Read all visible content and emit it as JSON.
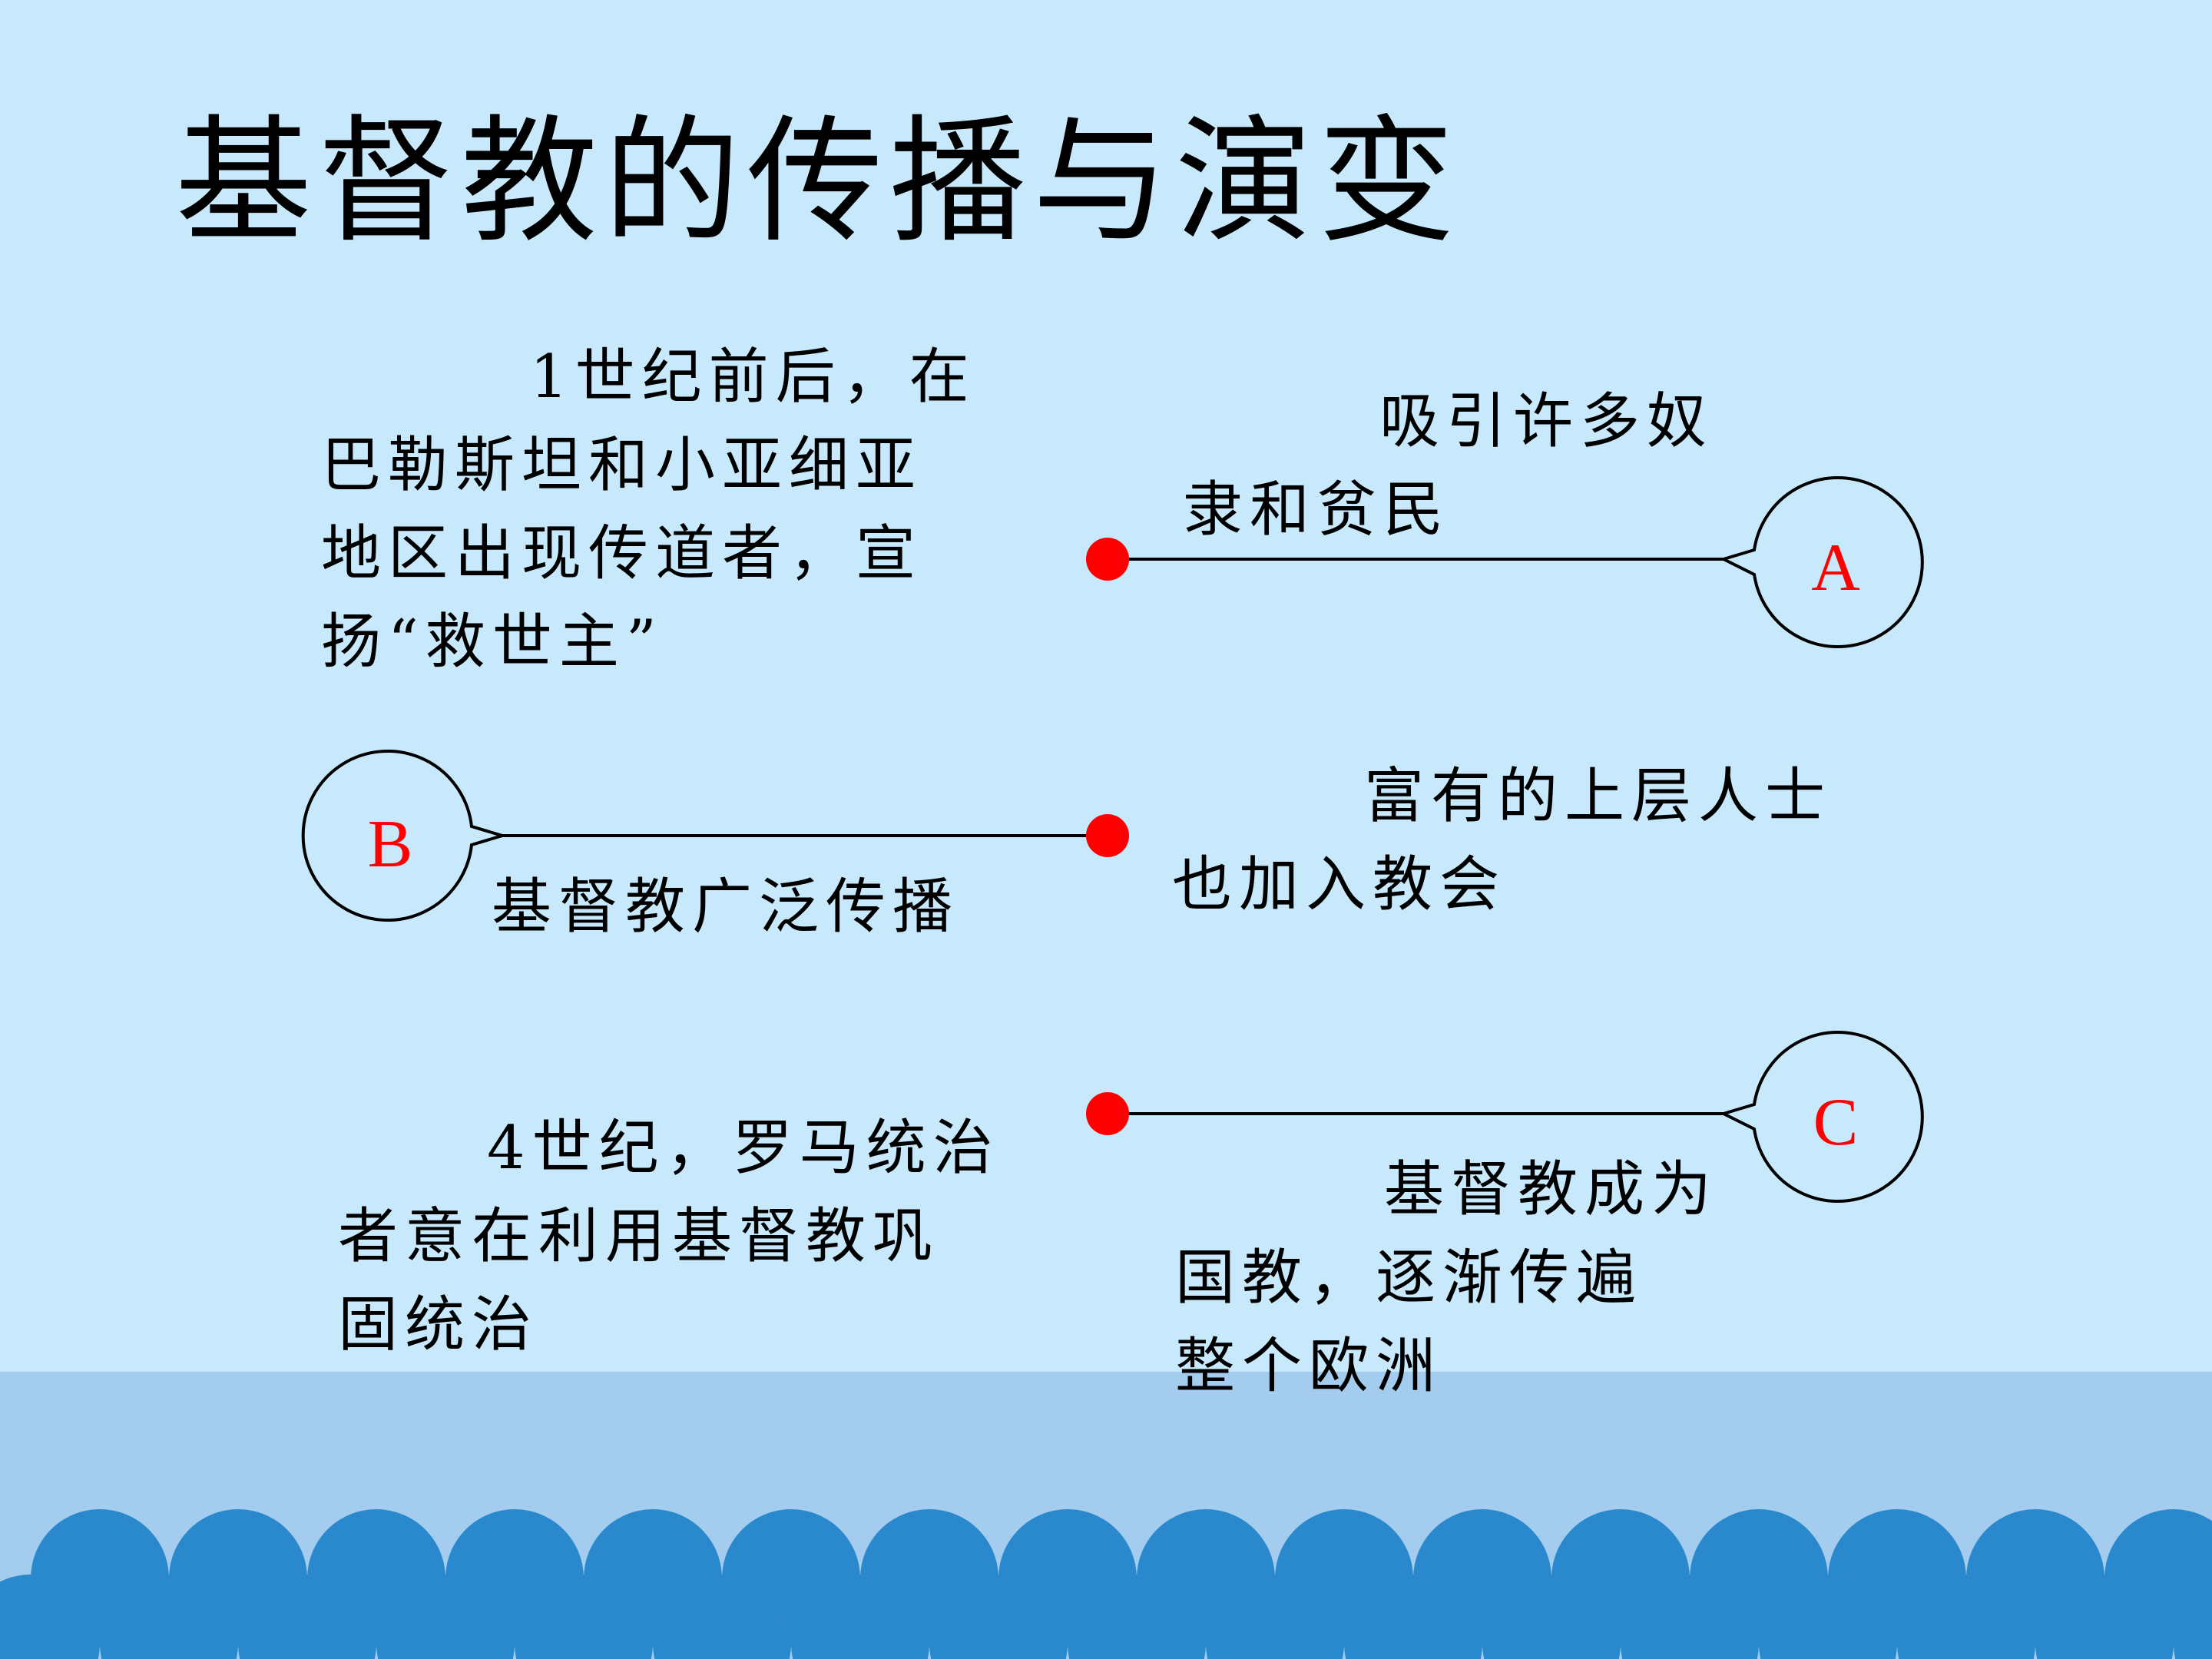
{
  "slide": {
    "title": "基督教的传播与演变",
    "colors": {
      "background": "#c8e8fb",
      "band": "#a3ccef",
      "wave": "#2a88cc",
      "dot": "#ff0000",
      "circle_label": "#ff0000"
    },
    "events": [
      {
        "circle_label": "A",
        "left_text": [
          "1世纪前后，在",
          "巴勒斯坦和小亚细亚",
          "地区出现传道者，宣",
          "扬“救世主”"
        ],
        "right_text": [
          "吸引许多奴",
          "隶和贫民"
        ]
      },
      {
        "circle_label": "B",
        "left_text": [
          "基督教广泛传播"
        ],
        "right_text": [
          "富有的上层人士",
          "也加入教会"
        ]
      },
      {
        "circle_label": "C",
        "left_text": [
          "4世纪，罗马统治",
          "者意在利用基督教巩",
          "固统治"
        ],
        "right_text": [
          "基督教成为",
          "国教，逐渐传遍",
          "整个欧洲"
        ]
      }
    ]
  }
}
